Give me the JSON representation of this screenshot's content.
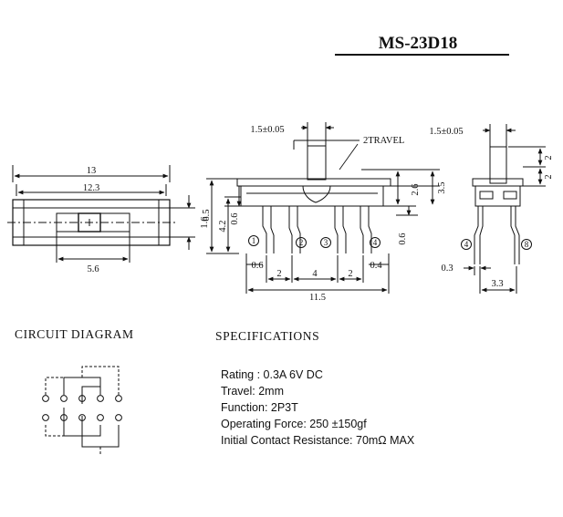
{
  "title": "MS-23D18",
  "front_view": {
    "width_total": "13",
    "width_inner": "12.3",
    "actuator_width": "5.6",
    "height": "1.6"
  },
  "side_view": {
    "actuator_width": "1.5±0.05",
    "travel": "2TRAVEL",
    "height_total": "6.5",
    "height_body": "4.2",
    "height_offset": "0.6",
    "height_upper": "2.6",
    "height_actuator": "3.5",
    "pin_length": "0.6",
    "pitch_left_edge": "0.6",
    "pitch_1": "2",
    "pitch_2": "4",
    "pitch_3": "2",
    "pitch_right_edge": "0.4",
    "length_total": "11.5",
    "pins": [
      "1",
      "2",
      "3",
      "4"
    ]
  },
  "end_view": {
    "actuator_width": "1.5±0.05",
    "dim_top": "2",
    "dim_bottom": "2",
    "pin_thickness": "0.3",
    "row_spacing": "3.3",
    "pins": [
      "4",
      "8"
    ]
  },
  "circuit": {
    "heading": "CIRCUIT DIAGRAM"
  },
  "specs": {
    "heading": "SPECIFICATIONS",
    "lines": [
      "Rating : 0.3A 6V DC",
      "Travel: 2mm",
      "Function: 2P3T",
      "Operating Force: 250 ±150gf",
      "Initial Contact Resistance: 70mΩ MAX"
    ]
  }
}
